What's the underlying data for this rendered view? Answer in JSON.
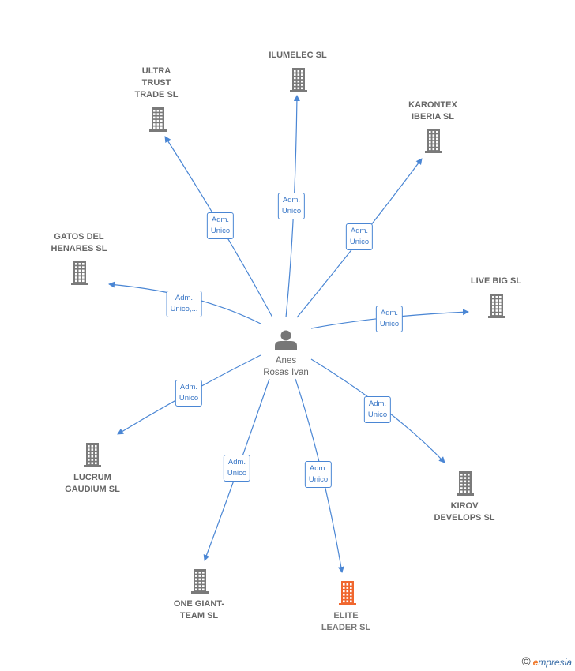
{
  "center": {
    "label": "Anes\nRosas Ivan"
  },
  "companies": [
    {
      "id": "ultra",
      "label": "ULTRA\nTRUST\nTRADE  SL",
      "role": "Adm.\nUnico",
      "highlight": false
    },
    {
      "id": "ilumelec",
      "label": "ILUMELEC  SL",
      "role": "Adm.\nUnico",
      "highlight": false
    },
    {
      "id": "karontex",
      "label": "KARONTEX\nIBERIA  SL",
      "role": "Adm.\nUnico",
      "highlight": false
    },
    {
      "id": "gatos",
      "label": "GATOS DEL\nHENARES  SL",
      "role": "Adm.\nUnico,...",
      "highlight": false
    },
    {
      "id": "livebig",
      "label": "LIVE BIG  SL",
      "role": "Adm.\nUnico",
      "highlight": false
    },
    {
      "id": "lucrum",
      "label": "LUCRUM\nGAUDIUM  SL",
      "role": "Adm.\nUnico",
      "highlight": false
    },
    {
      "id": "kirov",
      "label": "KIROV\nDEVELOPS SL",
      "role": "Adm.\nUnico",
      "highlight": false
    },
    {
      "id": "onegiant",
      "label": "ONE GIANT-\nTEAM  SL",
      "role": "Adm.\nUnico",
      "highlight": false
    },
    {
      "id": "elite",
      "label": "ELITE\nLEADER  SL",
      "role": "Adm.\nUnico",
      "highlight": true
    }
  ],
  "colors": {
    "edge": "#4a86d4",
    "building": "#7a7a7a",
    "building_highlight": "#f0672f",
    "person": "#777777"
  },
  "brand": {
    "copyright": "©",
    "initial": "e",
    "rest": "mpresia"
  }
}
